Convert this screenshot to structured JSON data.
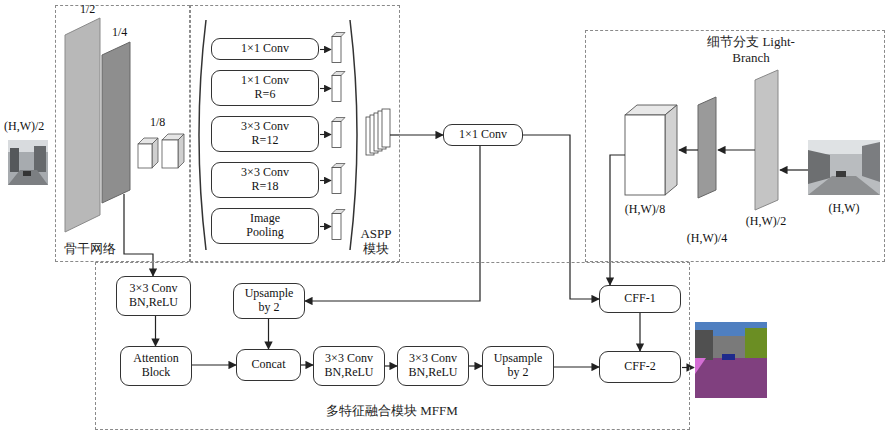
{
  "diagram": {
    "nodes": [
      {
        "text": [
          "骨干网络"
        ]
      },
      {
        "text": [
          "ASPP 模块"
        ]
      },
      {
        "text": [
          "1×1 Conv"
        ],
        "in": 1
      },
      {
        "text": [
          "1×1 Conv R=6"
        ],
        "in": 1
      },
      {
        "text": [
          "3×3 Conv R=12"
        ],
        "in": 1
      },
      {
        "text": [
          "3×3 Conv R=18"
        ],
        "in": 1
      },
      {
        "text": [
          "Image Pooling"
        ],
        "in": 1
      },
      {
        "text": [
          "1×1 Conv"
        ]
      },
      {
        "text": [
          "细节分支 Light-Branch"
        ]
      },
      {
        "text": [
          "多特征融合模块 MFFM"
        ]
      },
      {
        "text": [
          "3×3 Conv BN,ReLU"
        ],
        "in": 9
      },
      {
        "text": [
          "Attention Block"
        ],
        "in": 9
      },
      {
        "text": [
          "Upsample by 2"
        ],
        "in": 9
      },
      {
        "text": [
          "Concat"
        ],
        "in": 9
      },
      {
        "text": [
          "3×3 Conv BN,ReLU"
        ],
        "in": 9
      },
      {
        "text": [
          "3×3 Conv BN,ReLU"
        ],
        "in": 9
      },
      {
        "text": [
          "Upsample by 2"
        ],
        "in": 9
      },
      {
        "text": [
          "CFF-1"
        ],
        "in": 9
      },
      {
        "text": [
          "CFF-2"
        ],
        "in": 9
      }
    ],
    "edges": [
      {
        "from": 0,
        "to": 10,
        "arrow": "to"
      },
      {
        "from": 1,
        "to": 7,
        "arrow": "to"
      },
      {
        "from": 7,
        "to": 12,
        "arrow": "to"
      },
      {
        "from": 7,
        "to": 17,
        "arrow": "to"
      },
      {
        "from": 8,
        "to": 17,
        "arrow": "to"
      },
      {
        "from": 10,
        "to": 11,
        "arrow": "to"
      },
      {
        "from": 11,
        "to": 13,
        "arrow": "to"
      },
      {
        "from": 12,
        "to": 13,
        "arrow": "to"
      },
      {
        "from": 13,
        "to": 14,
        "arrow": "to"
      },
      {
        "from": 14,
        "to": 15,
        "arrow": "to"
      },
      {
        "from": 15,
        "to": 16,
        "arrow": "to"
      },
      {
        "from": 16,
        "to": 18,
        "arrow": "to"
      },
      {
        "from": 17,
        "to": 18,
        "arrow": "to"
      }
    ],
    "labels": [
      "(H,W)/2",
      "1/2",
      "1/4",
      "1/8",
      "(H,W)/8",
      "(H,W)/4",
      "(H,W)/2",
      "(H,W)"
    ]
  }
}
